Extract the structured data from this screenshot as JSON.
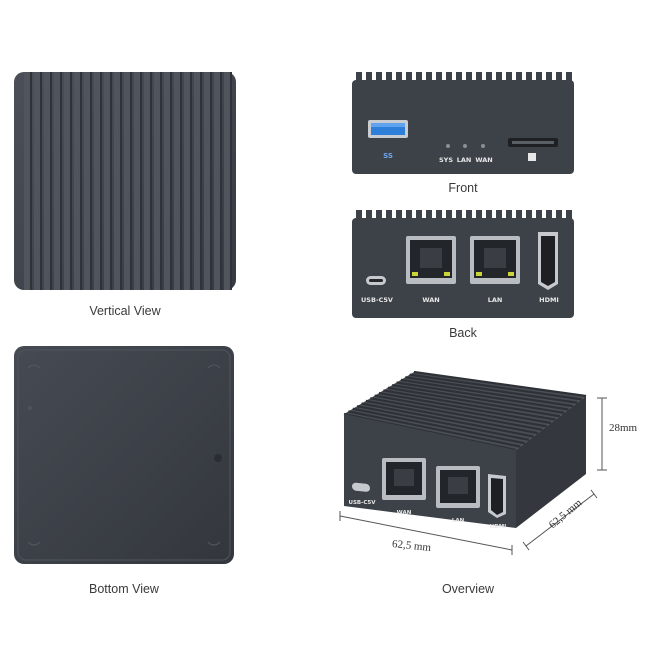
{
  "views": {
    "vertical": {
      "caption": "Vertical View"
    },
    "front": {
      "caption": "Front",
      "usb_mark": "SS",
      "leds": [
        "SYS",
        "LAN",
        "WAN"
      ]
    },
    "back": {
      "caption": "Back",
      "ports": [
        "USB-C5V",
        "WAN",
        "LAN",
        "HDMI"
      ]
    },
    "bottom": {
      "caption": "Bottom View"
    },
    "overview": {
      "caption": "Overview",
      "ports": [
        "USB-C5V",
        "WAN",
        "LAN",
        "HDMI"
      ],
      "dimensions": {
        "height": "28mm",
        "width": "62,5 mm",
        "depth": "62,5 mm"
      }
    }
  },
  "colors": {
    "case": "#3d4148",
    "case_light": "#4a4e56",
    "port_metal": "#b9bcc0",
    "usb3_blue": "#2e7fd9"
  }
}
